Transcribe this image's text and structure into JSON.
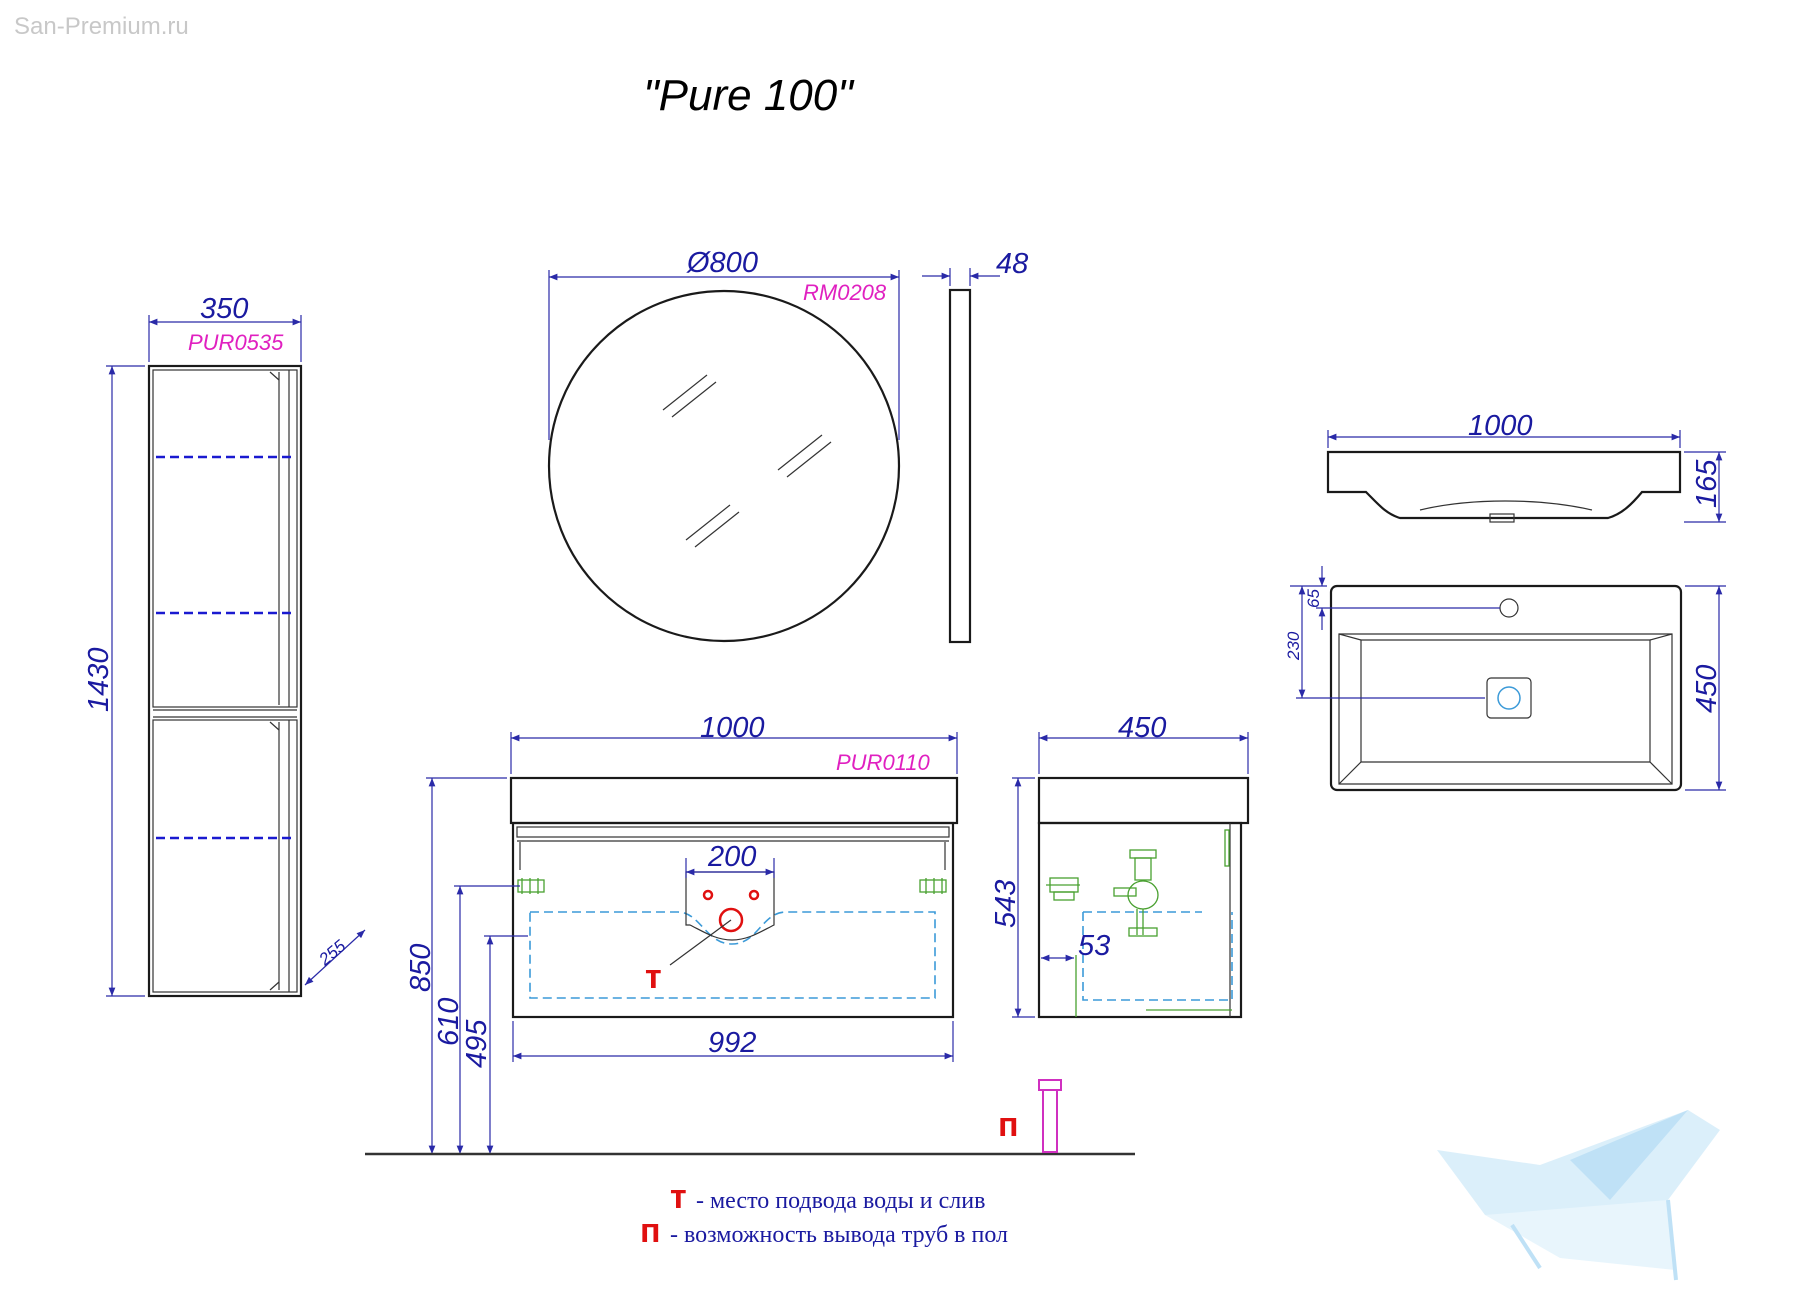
{
  "watermark": "San-Premium.ru",
  "title": "\"Pure 100\"",
  "column_cabinet": {
    "code": "PUR0535",
    "width": "350",
    "height": "1430",
    "depth": "255"
  },
  "mirror": {
    "code": "RM0208",
    "diameter": "Ø800",
    "depth": "48"
  },
  "vanity": {
    "code": "PUR0110",
    "width": "1000",
    "inner_width": "992",
    "mount_height": "850",
    "height_610": "610",
    "height_495": "495",
    "hole_spacing": "200",
    "water_mark": "т"
  },
  "vanity_side": {
    "depth": "450",
    "height": "543",
    "offset": "53"
  },
  "floor_pipe": {
    "mark": "п"
  },
  "basin_side": {
    "width": "1000",
    "height": "165"
  },
  "basin_top": {
    "depth": "450",
    "tap_offset": "65",
    "drain_offset": "230"
  },
  "legend": [
    {
      "mark": "т",
      "text": " - место подвода воды и слив"
    },
    {
      "mark": "п",
      "text": " - возможность вывода труб в пол"
    }
  ],
  "colors": {
    "dimension": "#1a1aa0",
    "code": "#e020c0",
    "mark": "#e01010",
    "outline": "#1a1a1a"
  }
}
